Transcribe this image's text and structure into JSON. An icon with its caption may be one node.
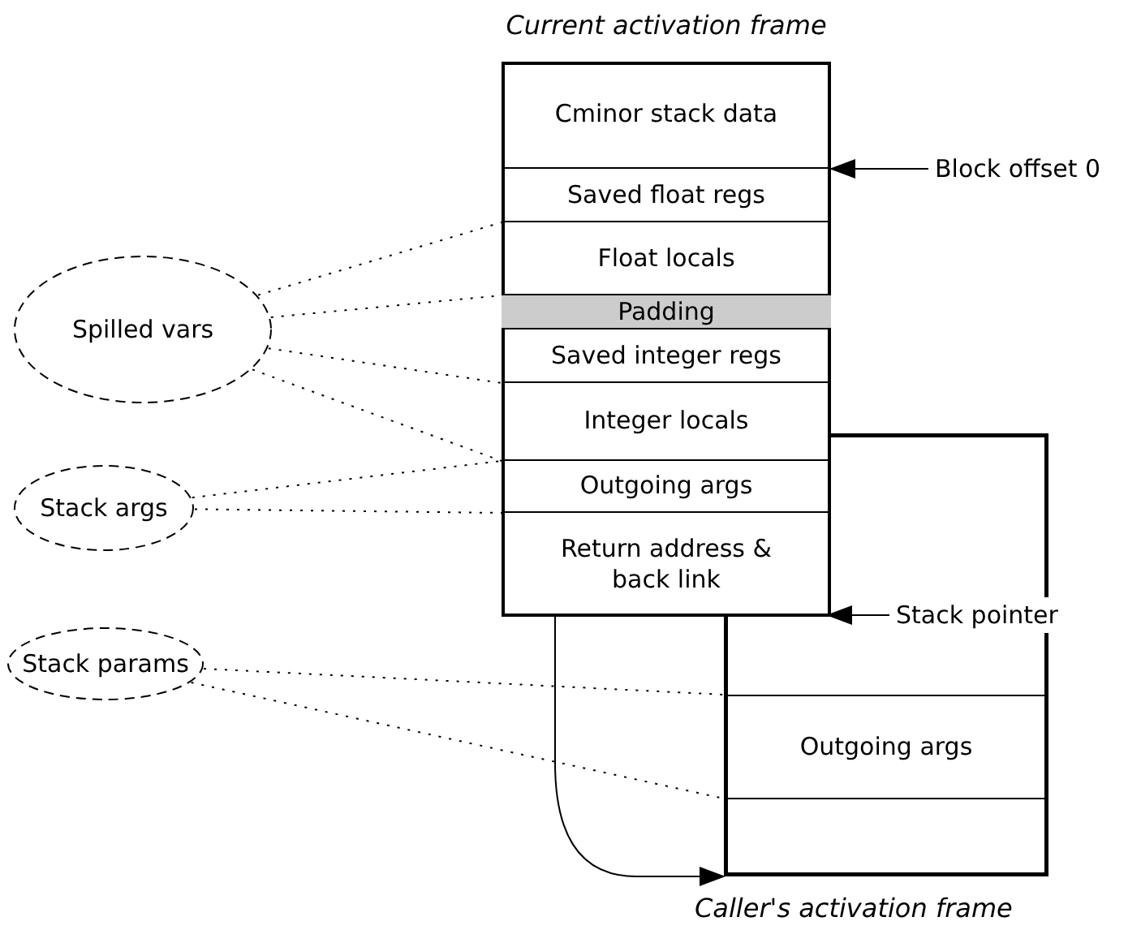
{
  "diagram": {
    "nodes": [
      {
        "text": [
          "Current activation frame"
        ]
      },
      {
        "text": [
          "Cminor stack data"
        ],
        "in": 0
      },
      {
        "text": [
          "Saved float regs"
        ],
        "in": 0
      },
      {
        "text": [
          "Float locals"
        ],
        "in": 0
      },
      {
        "text": [
          "Padding"
        ],
        "in": 0
      },
      {
        "text": [
          "Saved integer regs"
        ],
        "in": 0
      },
      {
        "text": [
          "Integer locals"
        ],
        "in": 0
      },
      {
        "text": [
          "Outgoing args"
        ],
        "in": 0
      },
      {
        "text": [
          "Return address & back link"
        ],
        "in": 0
      },
      {
        "text": [
          "Caller's activation frame"
        ]
      },
      {
        "text": [
          "Outgoing args"
        ],
        "in": 9
      },
      {
        "text": [
          "Spilled vars"
        ]
      },
      {
        "text": [
          "Stack args"
        ]
      },
      {
        "text": [
          "Stack params"
        ]
      },
      {
        "text": [
          "Block offset 0"
        ]
      },
      {
        "text": [
          "Stack pointer"
        ]
      }
    ],
    "edges": [
      {
        "from": 11,
        "to": 3,
        "arrow": "none",
        "style": "dashed"
      },
      {
        "from": 11,
        "to": 4,
        "arrow": "none",
        "style": "dashed"
      },
      {
        "from": 11,
        "to": 5,
        "arrow": "none",
        "style": "dashed"
      },
      {
        "from": 11,
        "to": 6,
        "arrow": "none",
        "style": "dashed"
      },
      {
        "from": 12,
        "to": 7,
        "arrow": "none",
        "style": "dashed"
      },
      {
        "from": 12,
        "to": 7,
        "arrow": "none",
        "style": "dashed"
      },
      {
        "from": 13,
        "to": 10,
        "arrow": "none",
        "style": "dashed"
      },
      {
        "from": 13,
        "to": 10,
        "arrow": "none",
        "style": "dashed"
      },
      {
        "from": 14,
        "to": 0,
        "arrow": "to"
      },
      {
        "from": 15,
        "to": 0,
        "arrow": "to"
      },
      {
        "from": 8,
        "to": 9,
        "arrow": "to"
      }
    ]
  }
}
